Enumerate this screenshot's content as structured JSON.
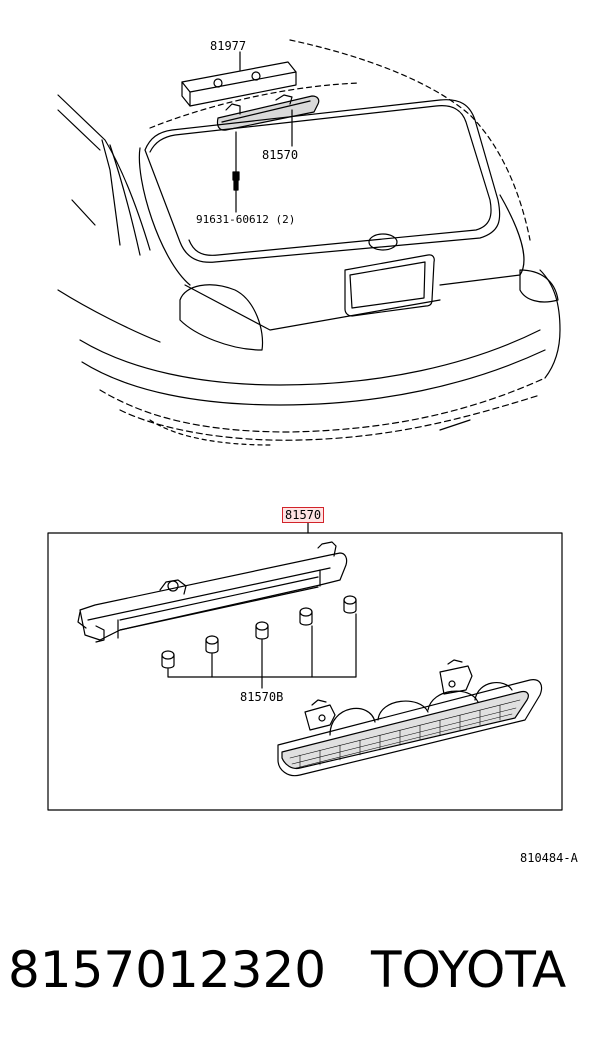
{
  "labels": {
    "upper_cover": "81977",
    "upper_lamp": "81570",
    "screw": "91631-60612 (2)",
    "detail_header": "81570",
    "bulb": "81570B",
    "ref_code": "810484-A"
  },
  "footer": {
    "part_number": "8157012320",
    "brand": "TOYOTA"
  },
  "colors": {
    "highlight_border": "#d2232a",
    "highlight_fill": "#ffe3e3",
    "line": "#000000"
  }
}
